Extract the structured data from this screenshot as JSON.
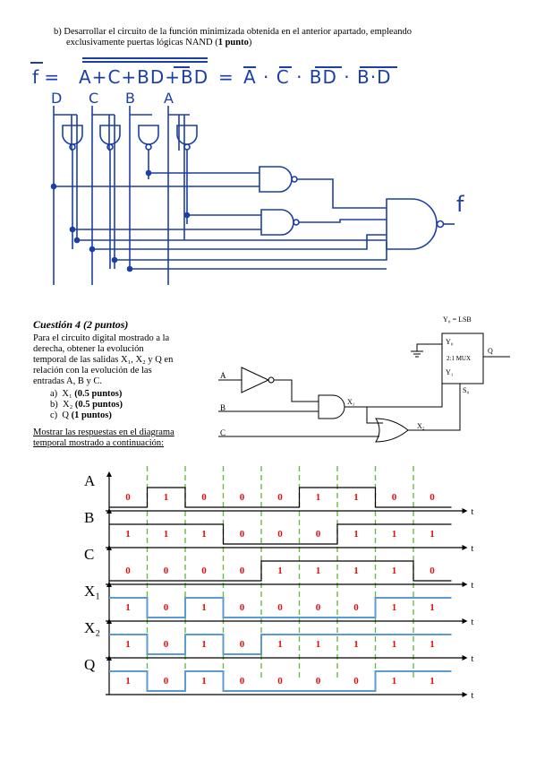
{
  "section_b": {
    "line1": "b)  Desarrollar el circuito de la función minimizada obtenida en el anterior apartado, empleando",
    "line2": "exclusivamente puertas lógicas NAND (",
    "points": "1 punto",
    "close": ")"
  },
  "equation": {
    "lhs": "f =",
    "middle": "A+C+BD+BD",
    "equals": "=",
    "rhs": "A · C · BD · B·D",
    "output_label": "f",
    "inputs": [
      "D",
      "C",
      "B",
      "A"
    ]
  },
  "question4": {
    "title": "Cuestión 4 (2 puntos)",
    "description_lines": [
      "Para el circuito digital mostrado a la",
      "derecha, obtener la evolución",
      "temporal de las salidas X₁, X₂ y Q en",
      "relación con la evolución de las",
      "entradas A, B y C."
    ],
    "items": [
      {
        "prefix": "a)",
        "label": "X₁",
        "points": "(0.5 puntos)"
      },
      {
        "prefix": "b)",
        "label": "X₂",
        "points": "(0.5 puntos)"
      },
      {
        "prefix": "c)",
        "label": "Q",
        "points": "(1 puntos)"
      }
    ],
    "instruction_lines": [
      "Mostrar las respuestas en el diagrama",
      "temporal mostrado a continuación:"
    ]
  },
  "circuit2": {
    "lsb_label": "Y₀ = LSB",
    "mux_y0": "Y₀",
    "mux_name": "2:1 MUX",
    "mux_y1": "Y₁",
    "mux_s0": "S₀",
    "q_label": "Q",
    "a_label": "A",
    "b_label": "B",
    "c_label": "C",
    "x1_label": "X₁",
    "x2_label": "X₂"
  },
  "timing": {
    "axis_label": "t",
    "signals": [
      {
        "name": "A",
        "values": [
          "0",
          "1",
          "0",
          "0",
          "0",
          "1",
          "1",
          "0",
          "0"
        ]
      },
      {
        "name": "B",
        "values": [
          "1",
          "1",
          "1",
          "0",
          "0",
          "0",
          "1",
          "1",
          "1"
        ]
      },
      {
        "name": "C",
        "values": [
          "0",
          "0",
          "0",
          "0",
          "1",
          "1",
          "1",
          "1",
          "0"
        ]
      },
      {
        "name": "X₁",
        "values": [
          "1",
          "0",
          "1",
          "0",
          "0",
          "0",
          "0",
          "1",
          "1"
        ]
      },
      {
        "name": "X₂",
        "values": [
          "1",
          "0",
          "1",
          "0",
          "1",
          "1",
          "1",
          "1",
          "1"
        ]
      },
      {
        "name": "Q",
        "values": [
          "1",
          "0",
          "1",
          "0",
          "0",
          "0",
          "0",
          "1",
          "1"
        ]
      }
    ],
    "colors": {
      "value_text": "#e01010",
      "answer_wave": "#5b9bd5",
      "divider": "#66bb44"
    }
  }
}
